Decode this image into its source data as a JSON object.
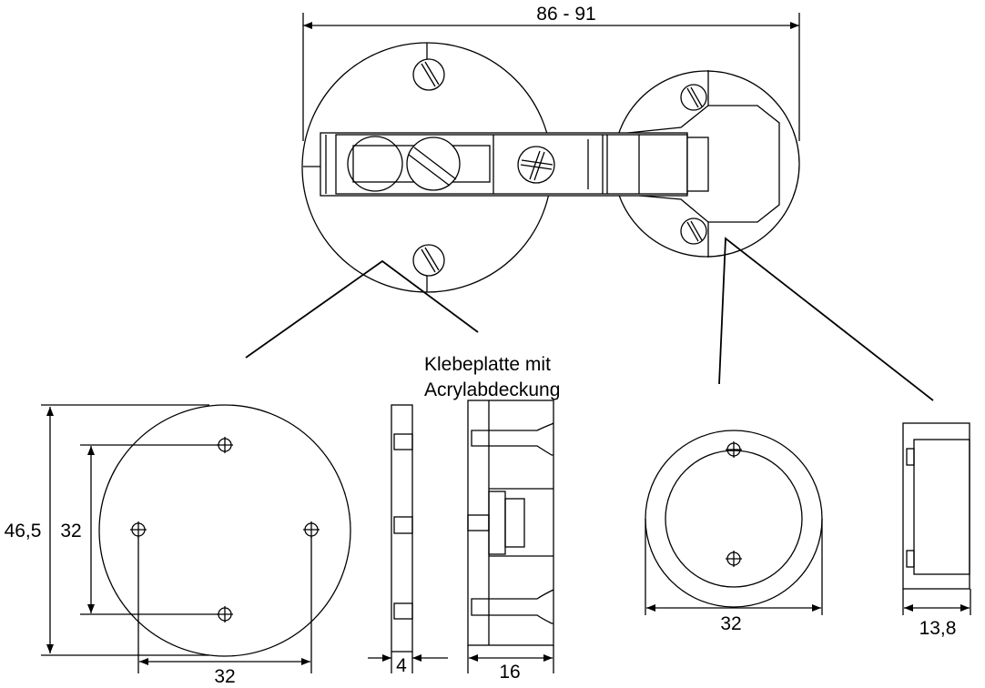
{
  "drawing": {
    "overall_width_label": "86 - 91",
    "callout_label_line1": "Klebeplatte mit",
    "callout_label_line2": "Acrylabdeckung",
    "plate_diameter_label": "46,5",
    "plate_hole_vertical_label": "32",
    "plate_hole_horizontal_label": "32",
    "plate_thickness_label": "4",
    "hinge_depth_label": "16",
    "cup_diameter_label": "32",
    "cup_depth_label": "13,8"
  }
}
